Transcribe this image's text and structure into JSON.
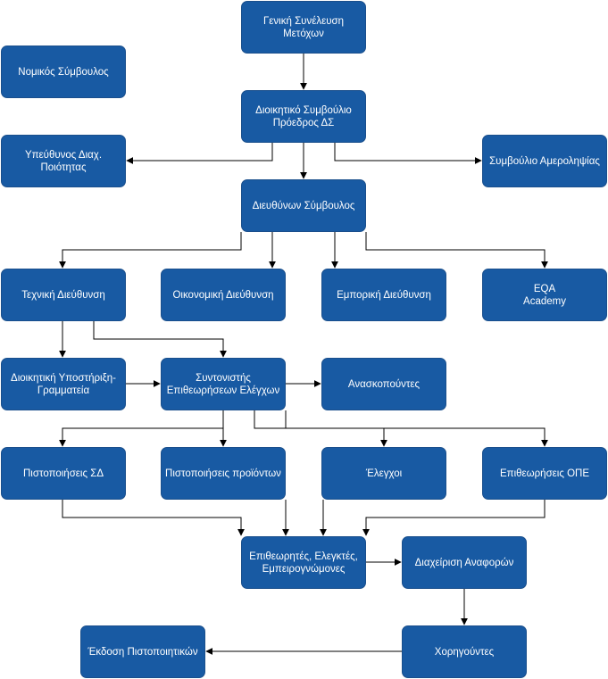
{
  "colors": {
    "node_fill": "#185aa3",
    "node_text": "#ffffff",
    "edge": "#000000"
  },
  "nodes": {
    "general_assembly": "Γενική Συνέλευση\nΜετόχων",
    "legal_advisor": "Νομικός Σύμβουλος",
    "board": "Διοικητικό Συμβούλιο\nΠρόεδρος ΔΣ",
    "quality_manager": "Υπεύθυνος Διαχ.\nΠοιότητας",
    "impartiality_committee": "Συμβούλιο Αμεροληψίας",
    "ceo": "Διευθύνων Σύμβουλος",
    "technical_dept": "Τεχνική Διεύθυνση",
    "financial_dept": "Οικονομική Διεύθυνση",
    "commercial_dept": "Εμπορική Διεύθυνση",
    "eqa_academy": "EQA\nAcademy",
    "admin_support": "Διοικητική Υποστήριξη-\nΓραμματεία",
    "inspection_coordinator": "Συντονιστής\nΕπιθεωρήσεων Ελέγχων",
    "reviewers": "Ανασκοπούντες",
    "ms_certifications": "Πιστοποιήσεις ΣΔ",
    "product_certifications": "Πιστοποιήσεις προϊόντων",
    "inspections": "Έλεγχοι",
    "ope_inspections": "Επιθεωρήσεις ΟΠΕ",
    "inspectors": "Επιθεωρητές, Ελεγκτές,\nΕμπειρογνώμονες",
    "report_management": "Διαχείριση Αναφορών",
    "grantors": "Χορηγούντες",
    "certificate_issuance": "Έκδοση Πιστοποιητικών"
  },
  "edges": [
    [
      "general_assembly",
      "board"
    ],
    [
      "board",
      "quality_manager"
    ],
    [
      "board",
      "impartiality_committee"
    ],
    [
      "board",
      "ceo"
    ],
    [
      "ceo",
      "technical_dept"
    ],
    [
      "ceo",
      "financial_dept"
    ],
    [
      "ceo",
      "commercial_dept"
    ],
    [
      "ceo",
      "eqa_academy"
    ],
    [
      "technical_dept",
      "admin_support"
    ],
    [
      "technical_dept",
      "inspection_coordinator"
    ],
    [
      "admin_support",
      "inspection_coordinator"
    ],
    [
      "inspection_coordinator",
      "reviewers"
    ],
    [
      "inspection_coordinator",
      "ms_certifications"
    ],
    [
      "inspection_coordinator",
      "product_certifications"
    ],
    [
      "inspection_coordinator",
      "inspections"
    ],
    [
      "inspection_coordinator",
      "ope_inspections"
    ],
    [
      "ms_certifications",
      "inspectors"
    ],
    [
      "product_certifications",
      "inspectors"
    ],
    [
      "inspections",
      "inspectors"
    ],
    [
      "ope_inspections",
      "inspectors"
    ],
    [
      "inspectors",
      "report_management"
    ],
    [
      "report_management",
      "grantors"
    ],
    [
      "grantors",
      "certificate_issuance"
    ]
  ]
}
